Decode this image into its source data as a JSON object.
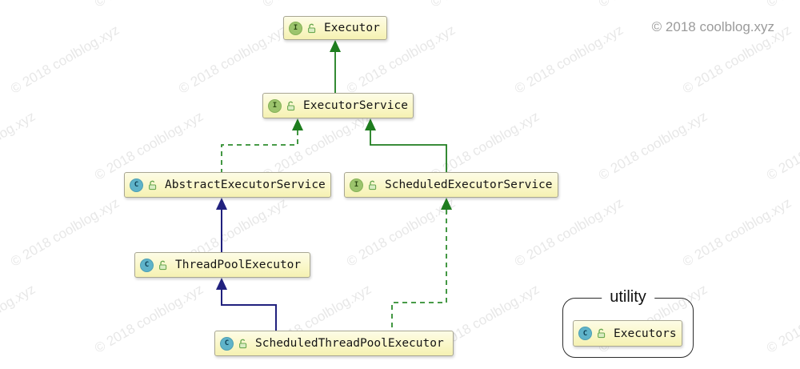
{
  "watermark": {
    "text": "© 2018 coolblog.xyz"
  },
  "corner_notice": "© 2018 coolblog.xyz",
  "colors": {
    "node_fill_top": "#fdfce6",
    "node_fill_bottom": "#f5f1b2",
    "node_border": "#a9a793",
    "interface_icon_green": "#9cc46d",
    "class_icon_blue": "#5fb3c9",
    "padlock_green": "#69a84f",
    "extends_arrow_green": "#1e7d1e",
    "implements_arrow_green": "#2f8d2f",
    "extends_arrow_blue": "#21217e",
    "group_border": "#2b2b2b",
    "watermark_gray": "#9b9b9b"
  },
  "nodes": {
    "executor": {
      "label": "Executor",
      "kind": "interface",
      "icon_letter": "I"
    },
    "executor_service": {
      "label": "ExecutorService",
      "kind": "interface",
      "icon_letter": "I"
    },
    "abstract_executor_service": {
      "label": "AbstractExecutorService",
      "kind": "class",
      "icon_letter": "C"
    },
    "scheduled_executor_service": {
      "label": "ScheduledExecutorService",
      "kind": "interface",
      "icon_letter": "I"
    },
    "thread_pool_executor": {
      "label": "ThreadPoolExecutor",
      "kind": "class",
      "icon_letter": "C"
    },
    "scheduled_thread_pool_executor": {
      "label": "ScheduledThreadPoolExecutor",
      "kind": "class",
      "icon_letter": "C"
    },
    "executors": {
      "label": "Executors",
      "kind": "class",
      "icon_letter": "C"
    }
  },
  "group": {
    "label": "utility"
  },
  "edges": [
    {
      "from": "ExecutorService",
      "to": "Executor",
      "relation": "extends",
      "style": "solid-green"
    },
    {
      "from": "AbstractExecutorService",
      "to": "ExecutorService",
      "relation": "implements",
      "style": "dashed-green"
    },
    {
      "from": "ScheduledExecutorService",
      "to": "ExecutorService",
      "relation": "extends",
      "style": "solid-green"
    },
    {
      "from": "ThreadPoolExecutor",
      "to": "AbstractExecutorService",
      "relation": "extends",
      "style": "solid-blue"
    },
    {
      "from": "ScheduledThreadPoolExecutor",
      "to": "ThreadPoolExecutor",
      "relation": "extends",
      "style": "solid-blue"
    },
    {
      "from": "ScheduledThreadPoolExecutor",
      "to": "ScheduledExecutorService",
      "relation": "implements",
      "style": "dashed-green"
    }
  ]
}
